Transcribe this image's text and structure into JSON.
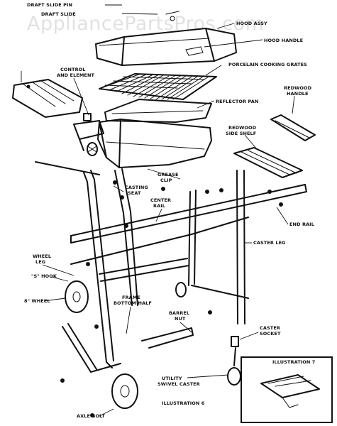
{
  "watermark": "AppliancePartsPros.com",
  "labels": {
    "draft_slide_pin": "DRAFT SLIDE PIN",
    "draft_slide": "DRAFT SLIDE",
    "hood": "HOOD ASSY",
    "hood_handle": "HOOD HANDLE",
    "control_and_element_1": "CONTROL",
    "control_and_element_2": "AND ELEMENT",
    "porcelain_cooking_grates": "PORCELAIN COOKING GRATES",
    "reflector_pan": "REFLECTOR PAN",
    "redwood_handle_1": "REDWOOD",
    "redwood_handle_2": "HANDLE",
    "redwood_side_shelf_1": "REDWOOD",
    "redwood_side_shelf_2": "SIDE SHELF",
    "grease_clip_1": "GREASE",
    "grease_clip_2": "CLIP",
    "casting_seat_1": "CASTING",
    "casting_seat_2": "SEAT",
    "center_rail_1": "CENTER",
    "center_rail_2": "RAIL",
    "end_rail": "END RAIL",
    "caster_leg": "CASTER LEG",
    "wheel_leg_1": "WHEEL",
    "wheel_leg_2": "LEG",
    "s_hook": "\"S\" HOOK",
    "wheel_8": "8\" WHEEL",
    "frame_bottom_half_1": "FRAME",
    "frame_bottom_half_2": "BOTTOM HALF",
    "barrel_nut_1": "BARREL",
    "barrel_nut_2": "NUT",
    "caster_socket_1": "CASTER",
    "caster_socket_2": "SOCKET",
    "utility_swivel_caster_1": "UTILITY",
    "utility_swivel_caster_2": "SWIVEL CASTER",
    "illustration_6": "ILLUSTRATION 6",
    "illustration_7": "ILLUSTRATION 7",
    "axle_bolt": "AXLE BOLT"
  }
}
